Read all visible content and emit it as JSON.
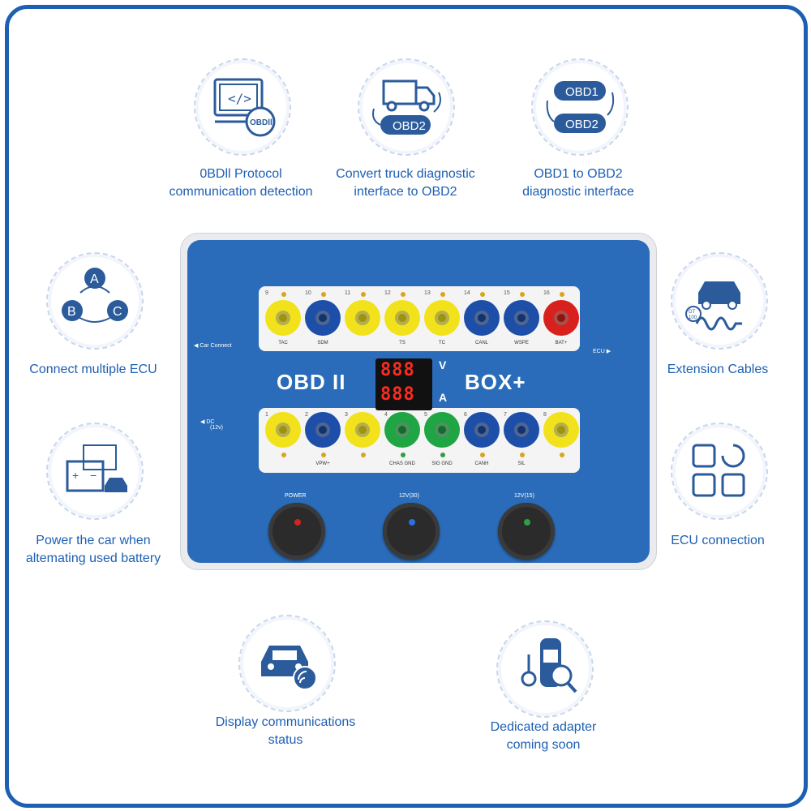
{
  "features": [
    {
      "id": "obdii-protocol",
      "line1": "0BDll Protocol",
      "line2": "communication detection",
      "icon": "obd-code-icon"
    },
    {
      "id": "truck-to-obd2",
      "line1": "Convert truck diagnostic",
      "line2": "interface to OBD2",
      "icon": "truck-obd2-icon"
    },
    {
      "id": "obd1-to-obd2",
      "line1": "OBD1 to OBD2",
      "line2": "diagnostic interface",
      "icon": "obd1-obd2-icon"
    },
    {
      "id": "multi-ecu",
      "line1": "Connect multiple ECU",
      "line2": "",
      "icon": "abc-cycle-icon"
    },
    {
      "id": "extension-cables",
      "line1": "Extension Cables",
      "line2": "",
      "icon": "car-cable-icon"
    },
    {
      "id": "power-car",
      "line1": "Power the car when",
      "line2": "altemating used battery",
      "icon": "battery-icon"
    },
    {
      "id": "ecu-connection",
      "line1": "ECU connection",
      "line2": "",
      "icon": "grid-icon"
    },
    {
      "id": "display-status",
      "line1": "Display communications",
      "line2": "status",
      "icon": "car-signal-icon"
    },
    {
      "id": "dedicated-adapter",
      "line1": "Dedicated adapter",
      "line2": "coming soon",
      "icon": "adapter-search-icon"
    }
  ],
  "icon_texts": {
    "obd_badge": "OBDll",
    "code_glyph": "</>",
    "obd2": "OBD2",
    "obd1": "OBD1",
    "a": "A",
    "b": "B",
    "c": "C",
    "gt": "GT",
    "gt_num": "100"
  },
  "device": {
    "title_left": "OBD II",
    "title_right": "BOX+",
    "display_top": "888",
    "display_bottom": "888",
    "unit_v": "V",
    "unit_a": "A",
    "car_connect": "Car Connect",
    "ecu": "ECU",
    "dc": "DC",
    "dc_sub": "(12v)",
    "top_pins": [
      {
        "num": "9",
        "label": "TAC",
        "color": "#f2e21b"
      },
      {
        "num": "10",
        "label": "SDM",
        "color": "#1e4fa8"
      },
      {
        "num": "11",
        "label": "",
        "color": "#f2e21b"
      },
      {
        "num": "12",
        "label": "TS",
        "color": "#f2e21b"
      },
      {
        "num": "13",
        "label": "TC",
        "color": "#f2e21b"
      },
      {
        "num": "14",
        "label": "CANL",
        "color": "#1e4fa8"
      },
      {
        "num": "15",
        "label": "WSPE",
        "color": "#1e4fa8"
      },
      {
        "num": "16",
        "label": "BAT+",
        "color": "#d8211d"
      }
    ],
    "bottom_pins": [
      {
        "num": "1",
        "label": "",
        "color": "#f2e21b",
        "led": "#d9a520"
      },
      {
        "num": "2",
        "label": "VPW+",
        "color": "#1e4fa8",
        "led": "#d9a520"
      },
      {
        "num": "3",
        "label": "",
        "color": "#f2e21b",
        "led": "#d9a520"
      },
      {
        "num": "4",
        "label": "CHAS GND",
        "color": "#1fa544",
        "led": "#2ea043"
      },
      {
        "num": "5",
        "label": "SIG GND",
        "color": "#1fa544",
        "led": "#2ea043"
      },
      {
        "num": "6",
        "label": "CANH",
        "color": "#1e4fa8",
        "led": "#d9a520"
      },
      {
        "num": "7",
        "label": "SIL",
        "color": "#1e4fa8",
        "led": "#d9a520"
      },
      {
        "num": "8",
        "label": "",
        "color": "#f2e21b",
        "led": "#d9a520"
      }
    ],
    "switches": [
      {
        "label": "POWER",
        "lamp": "#d8211d"
      },
      {
        "label": "12V(30)",
        "lamp": "#2d6ee0"
      },
      {
        "label": "12V(15)",
        "lamp": "#2ea043"
      }
    ]
  },
  "colors": {
    "brand": "#1d5fb3",
    "panel": "#2a6cb9"
  }
}
